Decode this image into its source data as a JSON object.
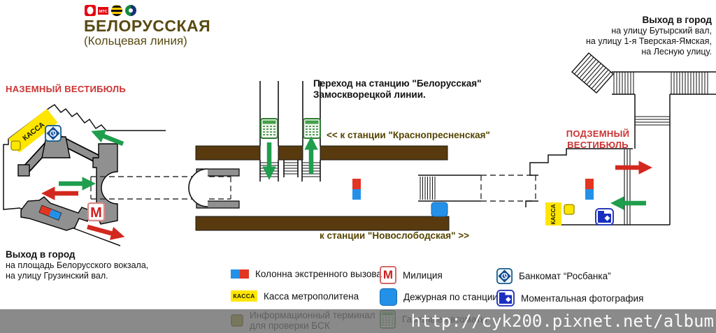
{
  "header": {
    "station_name": "БЕЛОРУССКАЯ",
    "line_name": "(Кольцевая линия)",
    "mts_label": "МТС"
  },
  "exit_top_right": {
    "title": "Выход в город",
    "line1": "на улицу Бутырский вал,",
    "line2": "на улицу 1-я Тверская-Ямская,",
    "line3": "на Лесную улицу."
  },
  "exit_bottom_left": {
    "title": "Выход в город",
    "line1": "на площадь Белорусского вокзала,",
    "line2": "на улицу Грузинский вал."
  },
  "labels": {
    "surface_vestibule": "НАЗЕМНЫЙ ВЕСТИБЮЛЬ",
    "underground_vestibule_line1": "ПОДЗЕМНЫЙ",
    "underground_vestibule_line2": "ВЕСТИБЮЛЬ",
    "transfer_line1": "Переход на станцию \"Белорусская\"",
    "transfer_line2": "Замоскворецкой линии.",
    "to_krasnopresnenskaya": "<< к станции \"Краснопресненская\"",
    "to_novoslobodskaya": "к станции \"Новослободская\" >>",
    "kassa": "КАССА",
    "metro_m": "М"
  },
  "legend": {
    "emergency_column": "Колонна экстренного вызова",
    "kassa": "Касса метрополитена",
    "info_terminal_line1": "Информационный терминал",
    "info_terminal_line2": "для проверки БСК",
    "militia": "Милиция",
    "attendant": "Дежурная по станции",
    "newsstand": "Газетные автоматы",
    "rosbank": "Банкомат “Росбанка”",
    "photo": "Моментальная фотография"
  },
  "watermark": "http://cyk200.pixnet.net/album",
  "colors": {
    "accent_red": "#cc3333",
    "arrow_green": "#1f9e4d",
    "arrow_red": "#d3281e",
    "platform_brown": "#583a0e",
    "kassa_yellow": "#ffe600",
    "attendant_blue": "#2491e8",
    "title_olive": "#594a12"
  }
}
